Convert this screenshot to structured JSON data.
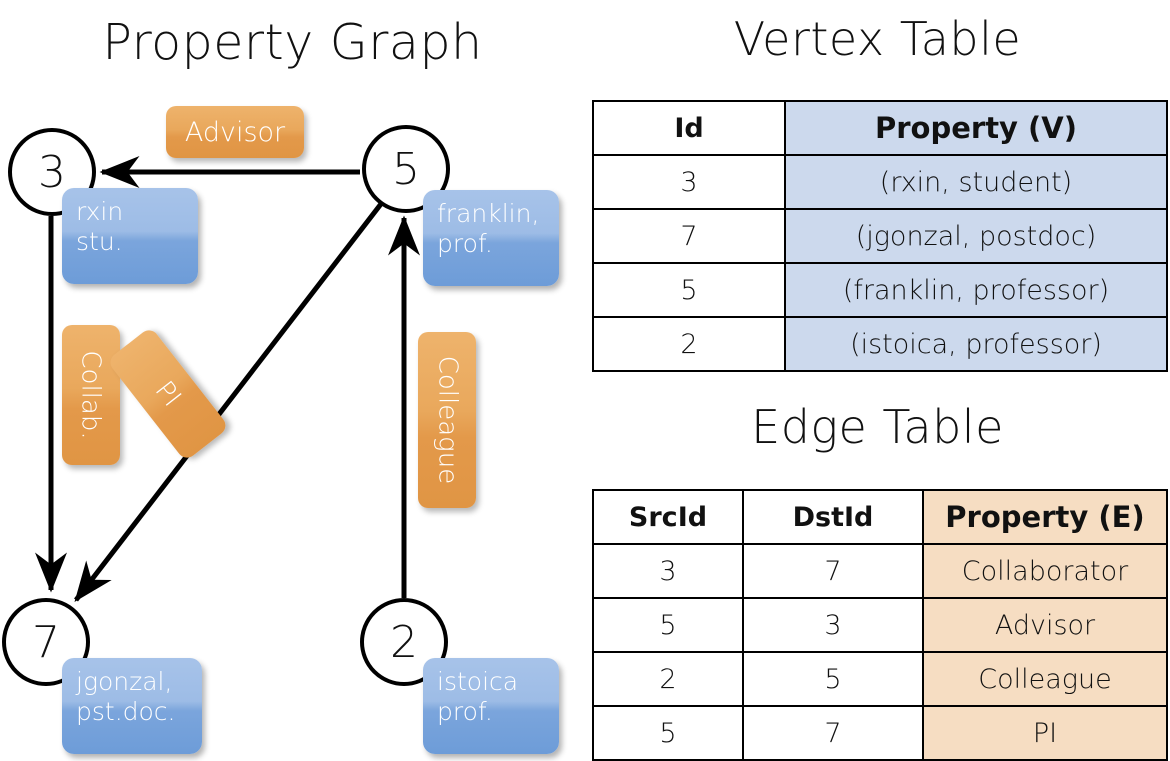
{
  "titles": {
    "property_graph": "Property Graph",
    "vertex_table": "Vertex Table",
    "edge_table": "Edge Table"
  },
  "colors": {
    "vertex_property_fill": "#ccd9ed",
    "edge_property_fill": "#f6ddc2",
    "node_property_box": "#7ba5dc",
    "edge_label_badge": "#e9a85c",
    "stroke": "#000000"
  },
  "graph": {
    "nodes": [
      {
        "id": "3",
        "property_label": "rxin\nstu."
      },
      {
        "id": "5",
        "property_label": "franklin,\nprof."
      },
      {
        "id": "7",
        "property_label": "jgonzal,\npst.doc."
      },
      {
        "id": "2",
        "property_label": "istoica\nprof."
      }
    ],
    "node_labels": {
      "n3": "3",
      "n5": "5",
      "n7": "7",
      "n2": "2"
    },
    "property_boxes": {
      "rxin_line1": "rxin",
      "rxin_line2": "stu.",
      "franklin_line1": "franklin,",
      "franklin_line2": "prof.",
      "jgonzal_line1": "jgonzal,",
      "jgonzal_line2": "pst.doc.",
      "istoica_line1": "istoica",
      "istoica_line2": "prof."
    },
    "edge_badges": {
      "advisor": "Advisor",
      "collab": "Collab.",
      "pi": "PI",
      "colleague": "Colleague"
    },
    "edges": [
      {
        "from": "5",
        "to": "3",
        "label": "Advisor"
      },
      {
        "from": "3",
        "to": "7",
        "label": "Collab."
      },
      {
        "from": "5",
        "to": "7",
        "label": "PI"
      },
      {
        "from": "2",
        "to": "5",
        "label": "Colleague"
      }
    ]
  },
  "vertex_table": {
    "headers": [
      "Id",
      "Property (V)"
    ],
    "rows": [
      {
        "id": "3",
        "property": "(rxin, student)"
      },
      {
        "id": "7",
        "property": "(jgonzal, postdoc)"
      },
      {
        "id": "5",
        "property": "(franklin, professor)"
      },
      {
        "id": "2",
        "property": "(istoica, professor)"
      }
    ]
  },
  "edge_table": {
    "headers": [
      "SrcId",
      "DstId",
      "Property (E)"
    ],
    "rows": [
      {
        "src": "3",
        "dst": "7",
        "property": "Collaborator"
      },
      {
        "src": "5",
        "dst": "3",
        "property": "Advisor"
      },
      {
        "src": "2",
        "dst": "5",
        "property": "Colleague"
      },
      {
        "src": "5",
        "dst": "7",
        "property": "PI"
      }
    ]
  }
}
